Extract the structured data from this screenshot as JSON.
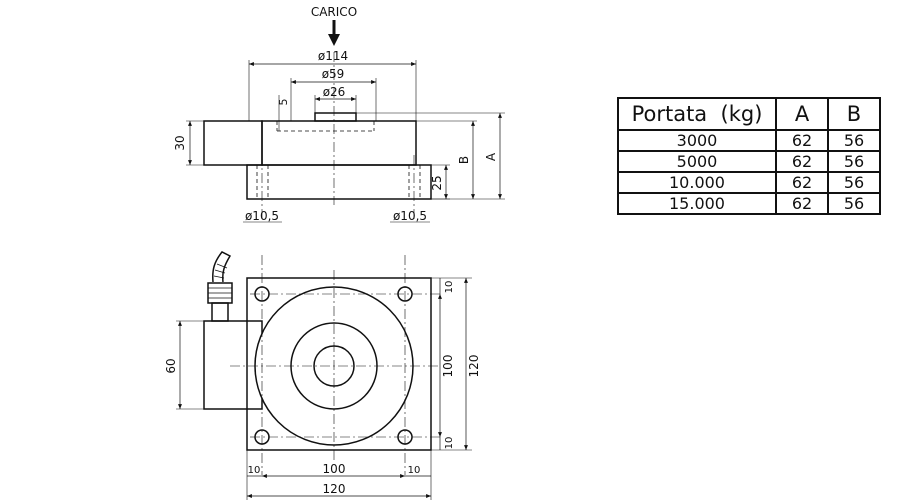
{
  "load_label": "CARICO",
  "top_view": {
    "dim_d114": "ø114",
    "dim_d59": "ø59",
    "dim_d26": "ø26",
    "dim_5": "5",
    "dim_30": "30",
    "dim_25": "25",
    "dim_B": "B",
    "dim_A": "A",
    "dim_hole_left": "ø10,5",
    "dim_hole_right": "ø10,5"
  },
  "plan_view": {
    "dim_60": "60",
    "dim_10_top_right": "10",
    "dim_100_right": "100",
    "dim_120_right": "120",
    "dim_10_bottom_right": "10",
    "dim_10_bottom_left": "10",
    "dim_100_bottom": "100",
    "dim_10_bottom_right2": "10",
    "dim_120_bottom": "120"
  },
  "table": {
    "headers": [
      "Portata  (kg)",
      "A",
      "B"
    ],
    "rows": [
      {
        "capacity": "3000",
        "a": "62",
        "b": "56"
      },
      {
        "capacity": "5000",
        "a": "62",
        "b": "56"
      },
      {
        "capacity": "10.000",
        "a": "62",
        "b": "56"
      },
      {
        "capacity": "15.000",
        "a": "62",
        "b": "56"
      }
    ]
  }
}
